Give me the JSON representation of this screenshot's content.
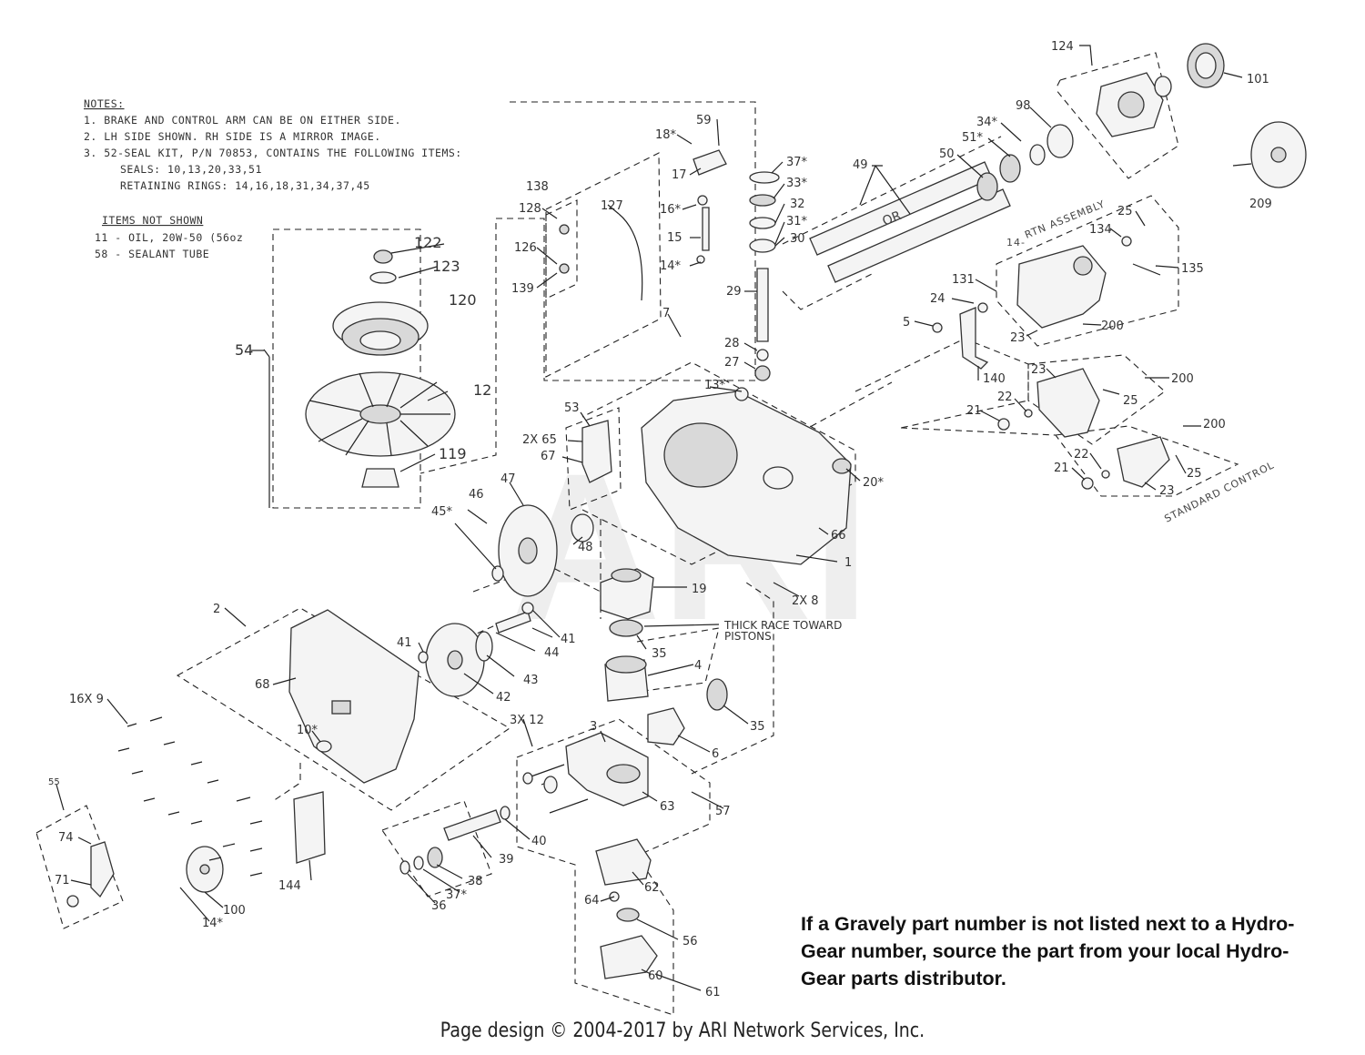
{
  "notes": {
    "heading": "NOTES:",
    "lines": [
      "1. BRAKE AND CONTROL ARM CAN BE ON EITHER SIDE.",
      "2. LH SIDE SHOWN. RH SIDE IS A MIRROR IMAGE.",
      "3. 52-SEAL KIT, P/N 70853, CONTAINS THE FOLLOWING ITEMS:",
      "SEALS: 10,13,20,33,51",
      "RETAINING RINGS: 14,16,18,31,34,37,45"
    ]
  },
  "items_not_shown": {
    "heading": "ITEMS NOT SHOWN",
    "lines": [
      "11 - OIL, 20W-50 (56oz",
      "58 - SEALANT TUBE"
    ]
  },
  "labels": {
    "l124": "124",
    "l101": "101",
    "l98": "98",
    "l34": "34*",
    "l51": "51*",
    "l50": "50",
    "l49": "49",
    "l209": "209",
    "l25a": "25",
    "l134": "134",
    "l135": "135",
    "l131": "131",
    "l24": "24",
    "l5": "5",
    "l23a": "23",
    "l200a": "200",
    "l140": "140",
    "l23b": "23",
    "l22a": "22",
    "l21a": "21",
    "l25b": "25",
    "l200b": "200",
    "l22b": "22",
    "l21b": "21",
    "l25c": "25",
    "l23c": "23",
    "l200c": "200",
    "l59": "59",
    "l18": "18*",
    "l17": "17",
    "l16": "16*",
    "l15": "15",
    "l14a": "14*",
    "l37a": "37*",
    "l33": "33*",
    "l32": "32",
    "l31": "31*",
    "l30": "30",
    "l29": "29",
    "l28": "28",
    "l27": "27",
    "l138": "138",
    "l128": "128",
    "l127": "127",
    "l126": "126",
    "l139": "139",
    "l7": "7",
    "l13": "13*",
    "l122": "122",
    "l123": "123",
    "l120": "120",
    "l54": "54",
    "l12": "12",
    "l119": "119",
    "l53": "53",
    "l2x65": "2X 65",
    "l67": "67",
    "l20": "20*",
    "l66": "66",
    "l1": "1",
    "l2x8": "2X 8",
    "l47": "47",
    "l46": "46",
    "l45": "45*",
    "l48": "48",
    "l19": "19",
    "l2": "2",
    "l41a": "41",
    "l41b": "41",
    "l44": "44",
    "l43": "43",
    "l42": "42",
    "l68": "68",
    "l35a": "35",
    "l4": "4",
    "l35b": "35",
    "l6": "6",
    "l3x12": "3X 12",
    "l3": "3",
    "l63": "63",
    "l57": "57",
    "l16x9": "16X 9",
    "l10": "10*",
    "l55": "55",
    "l74": "74",
    "l71": "71",
    "l100": "100",
    "l14b": "14*",
    "l144": "144",
    "l36": "36",
    "l37b": "37*",
    "l38": "38",
    "l39": "39",
    "l40": "40",
    "l62": "62",
    "l64": "64",
    "l56": "56",
    "l60": "60",
    "l61": "61"
  },
  "callouts": {
    "or": "OR",
    "rtn_assembly": "RTN ASSEMBLY",
    "rtn_prefix": "14-",
    "standard_control": "STANDARD CONTROL",
    "thick_race_1": "THICK RACE TOWARD",
    "thick_race_2": "PISTONS"
  },
  "watermark": "ARI",
  "disclaimer": "If a Gravely part number is not listed next to a Hydro-Gear number, source the part from your local Hydro-Gear parts distributor.",
  "footer": "Page design © 2004-2017 by ARI Network Services, Inc."
}
